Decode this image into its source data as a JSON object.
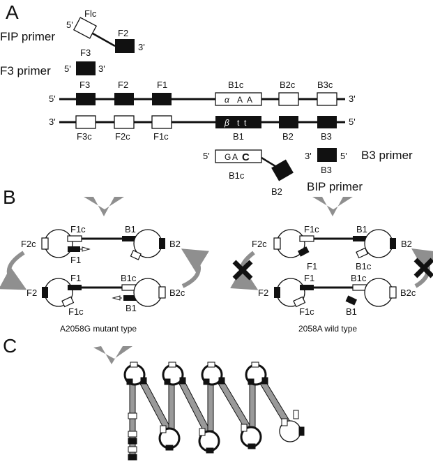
{
  "panels": {
    "a": "A",
    "b": "B",
    "c": "C"
  },
  "primers": {
    "fip": {
      "name": "FIP primer",
      "p5": "5'",
      "p3": "3'",
      "left": "Flc",
      "right": "F2"
    },
    "f3": {
      "name": "F3 primer",
      "p5": "5'",
      "p3": "3'",
      "label": "F3"
    },
    "bip": {
      "name": "BIP primer",
      "p5": "5'",
      "left": "B1c",
      "tail": "B2",
      "seq": [
        "G",
        "A",
        "C"
      ]
    },
    "b3": {
      "name": "B3 primer",
      "p3": "3'",
      "p5": "5'",
      "label": "B3"
    }
  },
  "template": {
    "top": {
      "p5": "5'",
      "p3": "3'",
      "labels": [
        "F3",
        "F2",
        "F1",
        "B1c",
        "B2c",
        "B3c"
      ],
      "seq": [
        "α",
        "A",
        "A"
      ]
    },
    "bottom": {
      "p3": "3'",
      "p5": "5'",
      "labels": [
        "F3c",
        "F2c",
        "F1c",
        "B1",
        "B2",
        "B3"
      ],
      "seq": [
        "β",
        "t",
        "t"
      ]
    }
  },
  "panel_b": {
    "mutant": {
      "caption": "A2058G mutant type",
      "upper": {
        "left_end": "F2c",
        "left_top": "F1c",
        "left_bottom": "F1",
        "right_top": "B1",
        "right_end": "B2"
      },
      "lower": {
        "left_end": "F2",
        "left_top": "F1",
        "left_bottom": "F1c",
        "right_top": "B1c",
        "right_bottom": "B1",
        "right_end": "B2c"
      }
    },
    "wild": {
      "caption": "2058A wild type",
      "upper": {
        "left_end": "F2c",
        "left_top": "F1c",
        "left_bottom": "F1",
        "right_top": "B1",
        "right_bottom": "B1c",
        "right_end": "B2"
      },
      "lower": {
        "left_end": "F2",
        "left_top": "F1",
        "left_bottom": "F1c",
        "right_top": "B1c",
        "right_bottom": "B1",
        "right_end": "B2c"
      }
    }
  },
  "colors": {
    "ink": "#111111",
    "gray_arrow": "#8f8f8f",
    "gray_rod": "#9a9a9a"
  }
}
